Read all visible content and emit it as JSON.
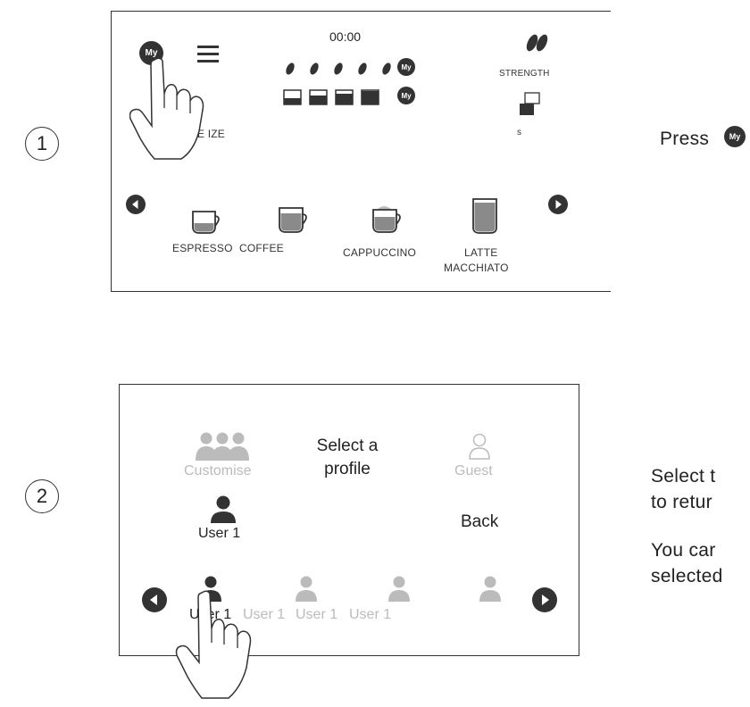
{
  "steps": [
    {
      "number": "1"
    },
    {
      "number": "2"
    }
  ],
  "step1": {
    "timer": "00:00",
    "my_badge": "My",
    "strength_label": "STRENGTH",
    "size_label_partial": "E IZE",
    "s_label": "s",
    "drinks": [
      "ESPRESSO",
      "COFFEE",
      "CAPPUCCINO",
      "LATTE",
      "MACCHIATO"
    ],
    "instruction": "Press"
  },
  "step2": {
    "title_line1": "Select a",
    "title_line2": "profile",
    "customise_label": "Customise",
    "guest_label": "Guest",
    "active_user_label": "User 1",
    "back_label": "Back",
    "carousel_users": [
      "User 1",
      "User 1",
      "User 1",
      "User 1"
    ],
    "instruction_line1": "Select t",
    "instruction_line2": "to retur",
    "instruction_line3": "You car",
    "instruction_line4": "selected"
  },
  "colors": {
    "dark": "#333333",
    "grey": "#bbbbbb",
    "coffee": "#8a8a8a"
  }
}
